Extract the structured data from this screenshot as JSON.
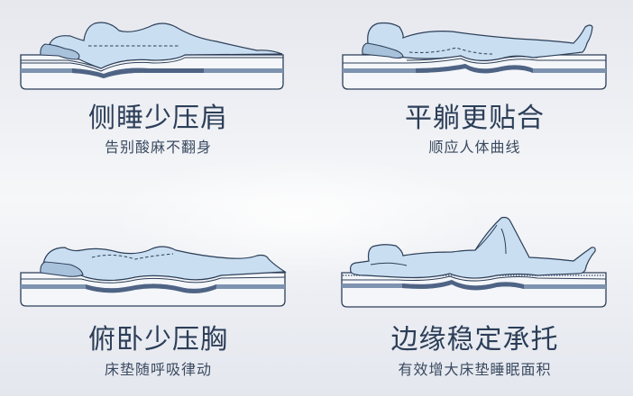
{
  "colors": {
    "body_fill": "#c9def0",
    "pillow_fill": "#a9c2dc",
    "outline": "#2c3e58",
    "band_dark": "#4f6485",
    "band_light": "#7d93b0",
    "mattress_fill": "#f4f6f9",
    "title_text": "#2c3e58",
    "subtitle_text": "#3a4a60"
  },
  "panels": [
    {
      "id": "side-sleep",
      "illustration": "person-side-sleeping-on-mattress-icon",
      "title": "侧睡少压肩",
      "subtitle": "告别酸麻不翻身"
    },
    {
      "id": "back-sleep",
      "illustration": "person-lying-flat-on-mattress-icon",
      "title": "平躺更贴合",
      "subtitle": "顺应人体曲线"
    },
    {
      "id": "prone-sleep",
      "illustration": "person-lying-prone-on-mattress-icon",
      "title": "俯卧少压胸",
      "subtitle": "床垫随呼吸律动"
    },
    {
      "id": "edge-support",
      "illustration": "person-knee-raised-on-mattress-edge-icon",
      "title": "边缘稳定承托",
      "subtitle": "有效增大床垫睡眠面积"
    }
  ]
}
